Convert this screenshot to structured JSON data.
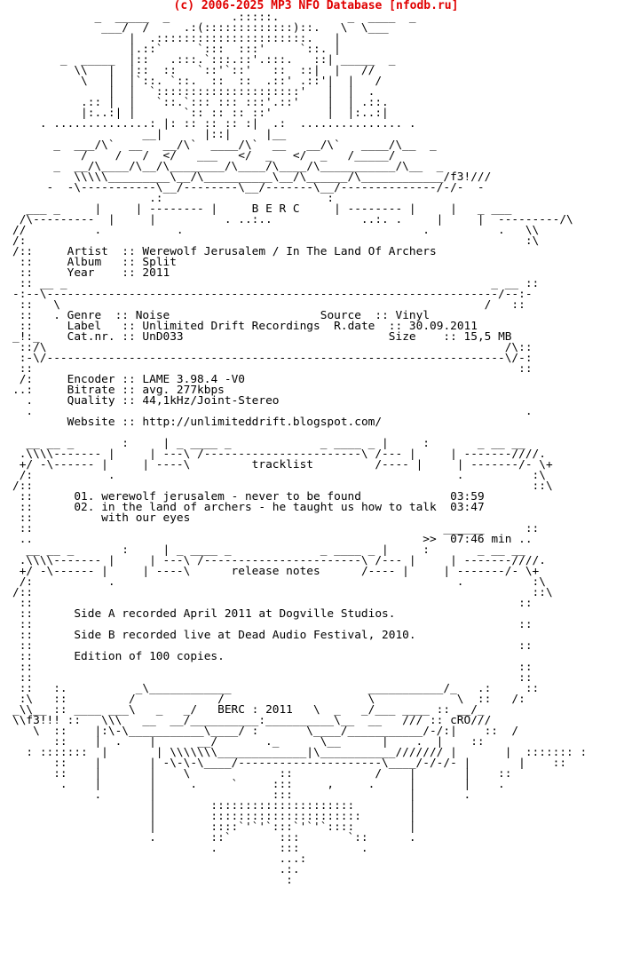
{
  "banner": "(c) 2006-2025 MP3 NFO Database [nfodb.ru]",
  "colors": {
    "banner": "#e00000",
    "text": "#000000",
    "background": "#ffffff"
  },
  "art": {
    "top_logo": "            _  _____  _         .:::::.          _  ____  _\n             ___/  /     .:(:::::::::::::)::.   \\  \\___\n                 |  .::::::::::::::::::::::.   |\n                 |.::`     `:::  :::'     `::. |\n       _  _____  |::   .:::.`:::.::'.:::.   ::| _____  _\n         \\\\   |  |::  ::   `::'`::'   ::  ::|  |   //\n          \\   |  |`::. `::.  ::  ::  .::' .::'|  |   /\n              |  |  `:::::::::::::::::::::'   |  |  .\n          .:: |  |   `::.`::: ::: :::'.::'    |  | .::.\n          |:..:| |       `:: :: :: ::'        |  |:..:|\n    . ..............: |: :: :: :: :|  .:  ............... .\n                   __|      |::|     |__\n",
    "header_logo": "      _  ___/\\`  __   __/\\`  ____/\\`  __   __/\\`   ____/\\__  _\n          /    /   /  </   ___   </  _   </  _   /_____/\n      _  __/\\____/\\__/\\________/\\____/\\____/\\___________/\\__  _\n         \\\\\\\\\\_________\\__/\\__________\\__/\\______/\\____________/f3!///\n     -  -\\-----------\\__/--------\\__/-------\\__/--------------/-/-  -\n                    .:                        :\n",
    "berc_title": "B E R C",
    "tracklist_title": "tracklist",
    "release_notes_title": "release notes",
    "footer_logo_left": "\\\\f3!",
    "footer_logo_right": "cRO///",
    "footer_title": "BERC : 2011"
  },
  "info": {
    "artist_label": "Artist",
    "artist": "Werewolf Jerusalem / In The Land Of Archers",
    "album_label": "Album",
    "album": "Split",
    "year_label": "Year",
    "year": "2011",
    "genre_label": "Genre",
    "genre": "Noise",
    "source_label": "Source",
    "source": "Vinyl",
    "label_label": "Label",
    "label": "Unlimited Drift Recordings",
    "rdate_label": "R.date",
    "rdate": "30.09.2011",
    "catnr_label": "Cat.nr.",
    "catnr": "UnD033",
    "size_label": "Size",
    "size": "15,5 MB",
    "encoder_label": "Encoder",
    "encoder": "LAME 3.98.4 -V0",
    "bitrate_label": "Bitrate",
    "bitrate": "avg. 277kbps",
    "quality_label": "Quality",
    "quality": "44,1kHz/Joint-Stereo",
    "website_label": "Website",
    "website": "http://unlimiteddrift.blogspot.com/"
  },
  "tracks": [
    {
      "num": "01.",
      "title": "werewolf jerusalem - never to be found",
      "time": "03:59"
    },
    {
      "num": "02.",
      "title": "in the land of archers - he taught us how to talk",
      "title2": "with our eyes",
      "time": "03:47"
    }
  ],
  "total": {
    "marker": ">>",
    "time": "07:46 min"
  },
  "notes": [
    "Side A recorded April 2011 at Dogville Studios.",
    "Side B recorded live at Dead Audio Festival, 2010.",
    "Edition of 100 copies."
  ]
}
